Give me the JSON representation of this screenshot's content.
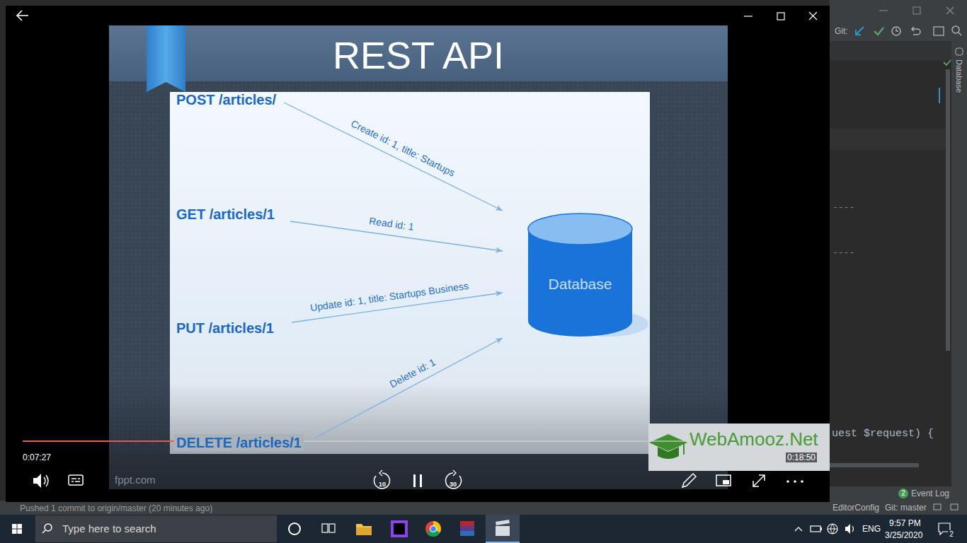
{
  "diagram": {
    "title": "REST API",
    "nodes": [
      {
        "text": [
          "POST /articles/"
        ]
      },
      {
        "text": [
          "GET /articles/1"
        ]
      },
      {
        "text": [
          "PUT /articles/1"
        ]
      },
      {
        "text": [
          "DELETE /articles/1"
        ]
      },
      {
        "text": [
          "Database"
        ]
      }
    ],
    "edges": [
      {
        "from": 0,
        "to": 4,
        "label": "Create id: 1, title: Startups",
        "arrow": "to"
      },
      {
        "from": 1,
        "to": 4,
        "label": "Read id: 1",
        "arrow": "to"
      },
      {
        "from": 2,
        "to": 4,
        "label": "Update id: 1, title: Startups Business",
        "arrow": "to"
      },
      {
        "from": 3,
        "to": 4,
        "label": "Delete id: 1",
        "arrow": "to"
      }
    ],
    "labels": [
      "0:07:27",
      "0:18:50",
      "10",
      "30",
      "fppt.com",
      "WebAmooz.Net",
      "Type here to search",
      "ENG",
      "9:57 PM",
      "3/25/2020",
      "2",
      "Git:",
      "Database",
      "----",
      "----",
      "uest $request) {",
      "2",
      "Event Log",
      "EditorConfig",
      "Git: master",
      "Pushed 1 commit to origin/master (20 minutes ago)"
    ]
  }
}
